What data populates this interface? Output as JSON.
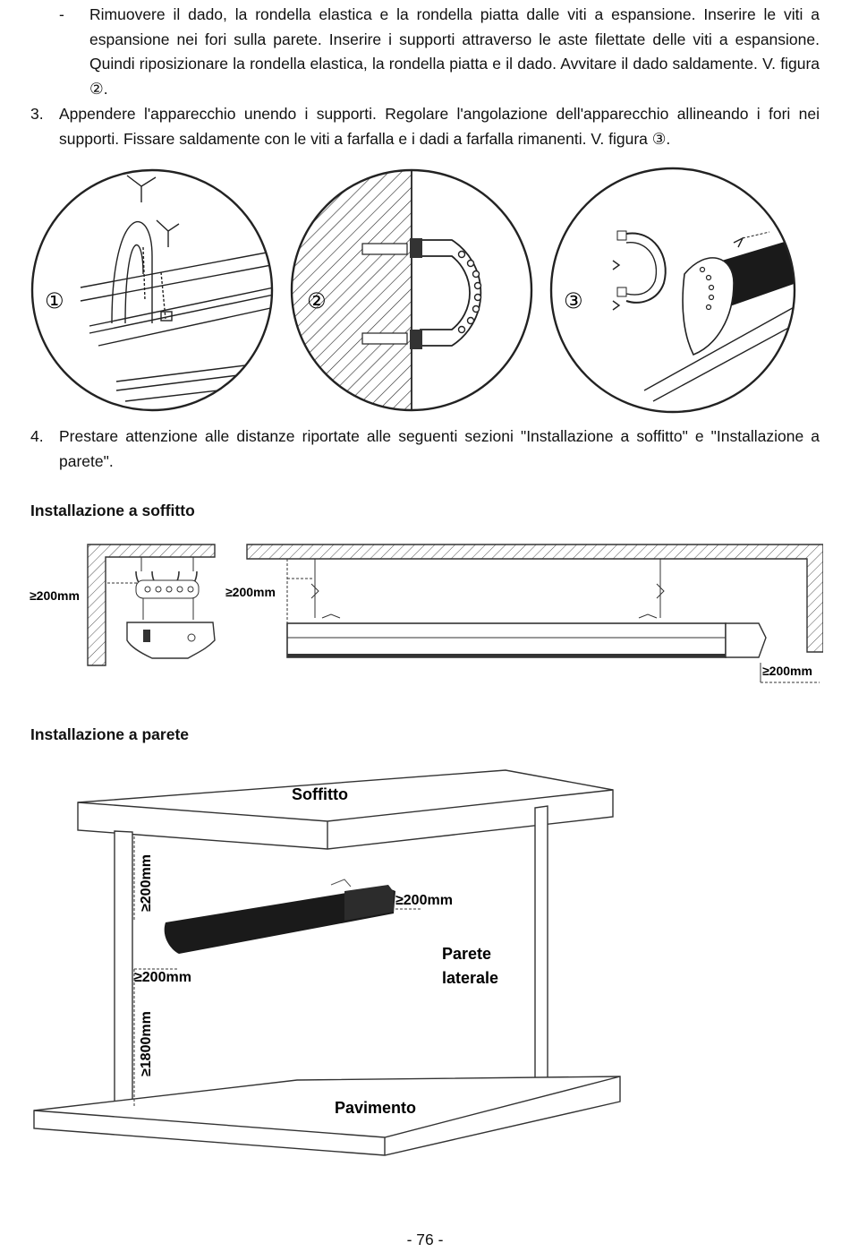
{
  "steps": {
    "bullet_dash": "-",
    "bullet_text": "Rimuovere il dado, la rondella elastica e la rondella piatta dalle viti a espansione. Inserire le viti a espansione nei fori sulla parete. Inserire i supporti attraverso le aste filettate delle viti a espansione. Quindi riposizionare la rondella elastica, la rondella piatta e il dado. Avvitare il dado saldamente. V. figura ②.",
    "step3_num": "3.",
    "step3_text": "Appendere l'apparecchio unendo i supporti. Regolare l'angolazione dell'apparecchio allineando i fori nei supporti. Fissare saldamente con le viti a farfalla e i dadi a farfalla rimanenti. V. figura ③.",
    "step4_num": "4.",
    "step4_text": "Prestare attenzione alle distanze riportate alle seguenti sezioni \"Installazione a soffitto\" e \"Installazione a parete\"."
  },
  "figures": {
    "circle1_label": "①",
    "circle2_label": "②",
    "circle3_label": "③"
  },
  "ceiling": {
    "heading": "Installazione a soffitto",
    "dist_left": "≥200mm",
    "dist_middle": "≥200mm",
    "dist_right": "≥200mm"
  },
  "wall": {
    "heading": "Installazione a parete",
    "label_ceiling": "Soffitto",
    "label_side_wall_1": "Parete",
    "label_side_wall_2": "laterale",
    "label_floor": "Pavimento",
    "dist_top": "≥200mm",
    "dist_side": "≥200mm",
    "dist_wall": "≥200mm",
    "dist_floor": "≥1800mm"
  },
  "footer": {
    "page_number": "- 76 -"
  }
}
